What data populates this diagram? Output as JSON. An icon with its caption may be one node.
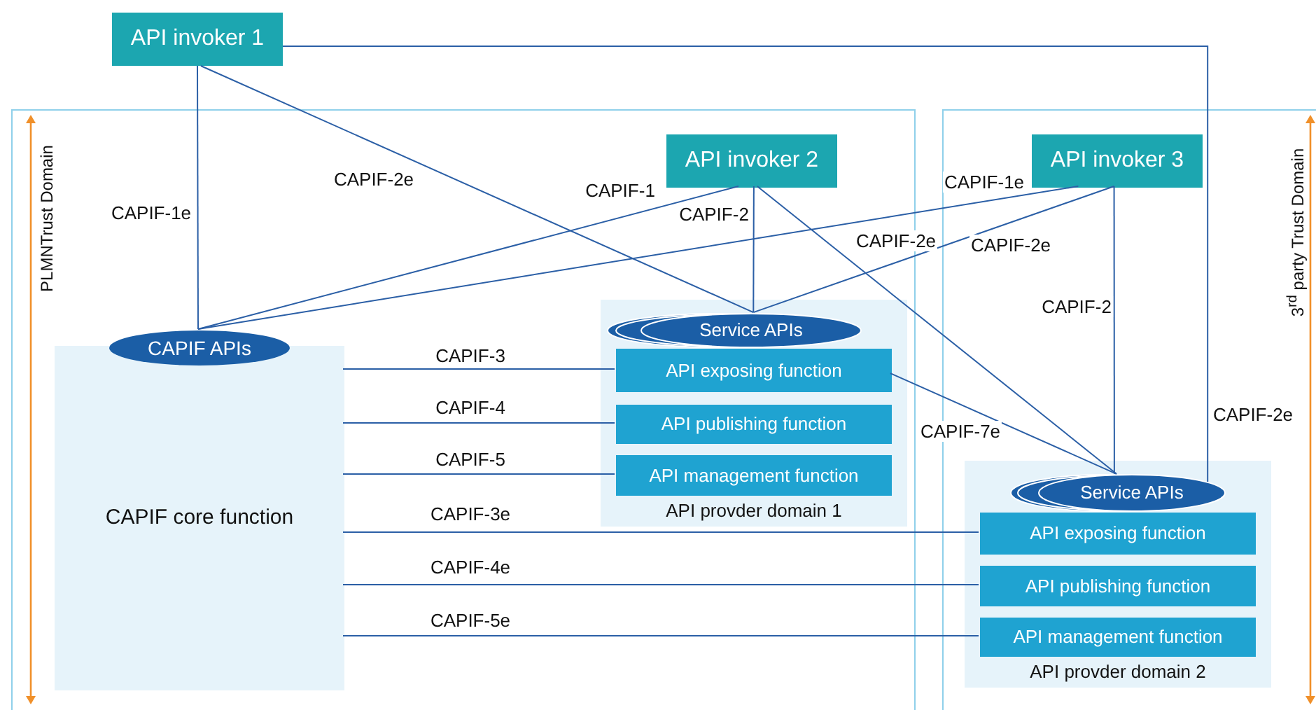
{
  "diagram": {
    "nodes": [
      {
        "text": [
          "API invoker 1"
        ]
      },
      {
        "text": [
          "PLMNTrust Domain"
        ]
      },
      {
        "text": [
          "3$^{rd}$ party Trust Domain"
        ]
      },
      {
        "text": [
          "API invoker 2"
        ],
        "in": 1
      },
      {
        "text": [
          "API invoker 3"
        ],
        "in": 2
      },
      {
        "text": [
          "CAPIF APIs"
        ],
        "in": 1
      },
      {
        "text": [
          "CAPIF core function"
        ],
        "in": 1
      },
      {
        "text": [
          "API provder domain 1"
        ],
        "in": 1
      },
      {
        "text": [
          "Service APIs"
        ],
        "in": 7
      },
      {
        "text": [
          "API exposing function"
        ],
        "in": 7
      },
      {
        "text": [
          "API publishing function"
        ],
        "in": 7
      },
      {
        "text": [
          "API management function"
        ],
        "in": 7
      },
      {
        "text": [
          "API provder domain 2"
        ],
        "in": 2
      },
      {
        "text": [
          "Service APIs"
        ],
        "in": 12
      },
      {
        "text": [
          "API exposing function"
        ],
        "in": 12
      },
      {
        "text": [
          "API publishing function"
        ],
        "in": 12
      },
      {
        "text": [
          "API management function"
        ],
        "in": 12
      }
    ],
    "edges": [
      {
        "from": 0,
        "to": 5,
        "arrow": "none",
        "label": "CAPIF-1e"
      },
      {
        "from": 0,
        "to": 8,
        "arrow": "none",
        "label": "CAPIF-2e"
      },
      {
        "from": 0,
        "to": 13,
        "arrow": "none",
        "label": "CAPIF-2e"
      },
      {
        "from": 3,
        "to": 5,
        "arrow": "none",
        "label": "CAPIF-1"
      },
      {
        "from": 3,
        "to": 8,
        "arrow": "none",
        "label": "CAPIF-2"
      },
      {
        "from": 3,
        "to": 13,
        "arrow": "none",
        "label": "CAPIF-2e"
      },
      {
        "from": 4,
        "to": 5,
        "arrow": "none",
        "label": "CAPIF-1e"
      },
      {
        "from": 4,
        "to": 8,
        "arrow": "none",
        "label": "CAPIF-2e"
      },
      {
        "from": 4,
        "to": 13,
        "arrow": "none",
        "label": "CAPIF-2"
      },
      {
        "from": 9,
        "to": 13,
        "arrow": "none",
        "label": "CAPIF-7e"
      },
      {
        "from": 6,
        "to": 9,
        "arrow": "none",
        "label": "CAPIF-3"
      },
      {
        "from": 6,
        "to": 10,
        "arrow": "none",
        "label": "CAPIF-4"
      },
      {
        "from": 6,
        "to": 11,
        "arrow": "none",
        "label": "CAPIF-5"
      },
      {
        "from": 6,
        "to": 14,
        "arrow": "none",
        "label": "CAPIF-3e"
      },
      {
        "from": 6,
        "to": 15,
        "arrow": "none",
        "label": "CAPIF-4e"
      },
      {
        "from": 6,
        "to": 16,
        "arrow": "none",
        "label": "CAPIF-5e"
      }
    ]
  }
}
